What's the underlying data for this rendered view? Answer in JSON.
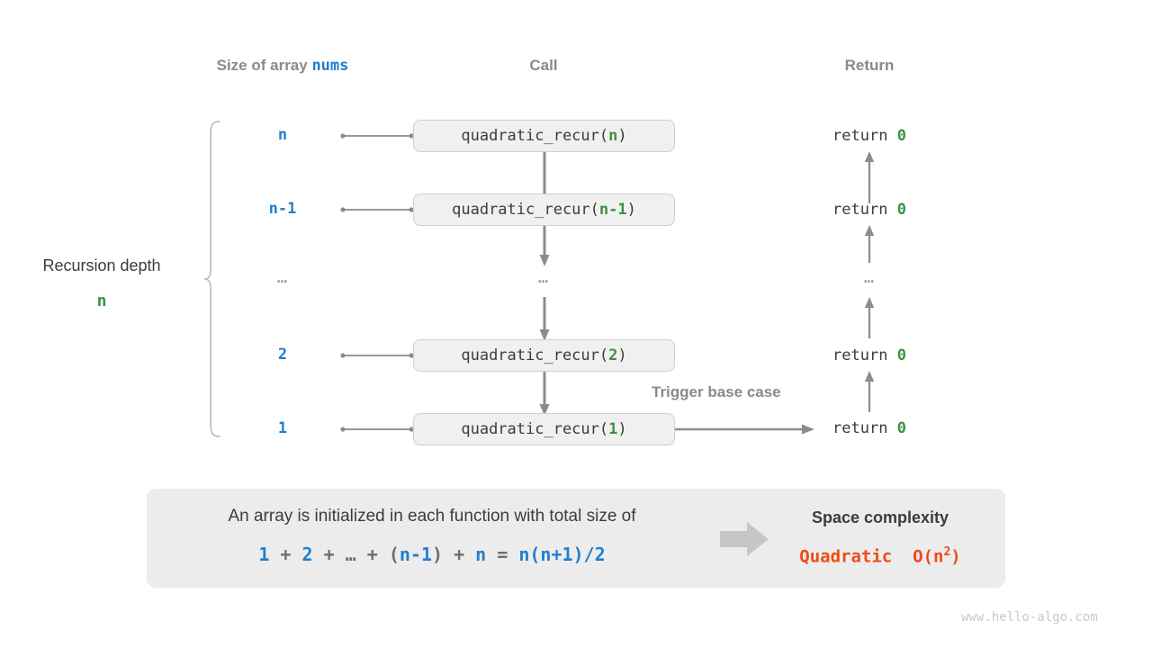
{
  "headers": {
    "size": "Size of array ",
    "size_var": "nums",
    "call": "Call",
    "return": "Return"
  },
  "depth": {
    "label": "Recursion depth",
    "value": "n"
  },
  "rows": [
    {
      "size": "n",
      "call_name": "quadratic_recur(",
      "call_arg": "n",
      "call_close": ")",
      "return_text": "return ",
      "return_value": "0"
    },
    {
      "size": "n-1",
      "call_name": "quadratic_recur(",
      "call_arg": "n-1",
      "call_close": ")",
      "return_text": "return ",
      "return_value": "0"
    },
    {
      "size": "…",
      "call_name": "…",
      "call_arg": "",
      "call_close": "",
      "return_text": "…",
      "return_value": ""
    },
    {
      "size": "2",
      "call_name": "quadratic_recur(",
      "call_arg": "2",
      "call_close": ")",
      "return_text": "return ",
      "return_value": "0"
    },
    {
      "size": "1",
      "call_name": "quadratic_recur(",
      "call_arg": "1",
      "call_close": ")",
      "return_text": "return ",
      "return_value": "0"
    }
  ],
  "annotations": {
    "trigger_base_case": "Trigger base case"
  },
  "summary": {
    "line1": "An array is initialized in each function with total size of",
    "formula": {
      "t1": "1",
      "o1": " + ",
      "t2": "2",
      "o2": " + ",
      "t3": "…",
      "o3": " + ",
      "p_open": "(",
      "t4": "n-1",
      "p_close": ")",
      "o4": " + ",
      "t5": "n",
      "eq": " = ",
      "t6": "n(n+1)/2"
    },
    "complexity_title": "Space complexity",
    "complexity_kind": "Quadratic",
    "complexity_big_o": "O(n",
    "complexity_exp": "2",
    "complexity_big_o_close": ")"
  },
  "watermark": "www.hello-algo.com",
  "colors": {
    "blue": "#1f7fd0",
    "green": "#3d9140",
    "orange": "#f04a16",
    "gray_text": "#3c3c3c",
    "gray_muted": "#8a8a8a",
    "line": "#808080",
    "box_fill": "#f0f0f0",
    "panel_fill": "#ececec"
  }
}
